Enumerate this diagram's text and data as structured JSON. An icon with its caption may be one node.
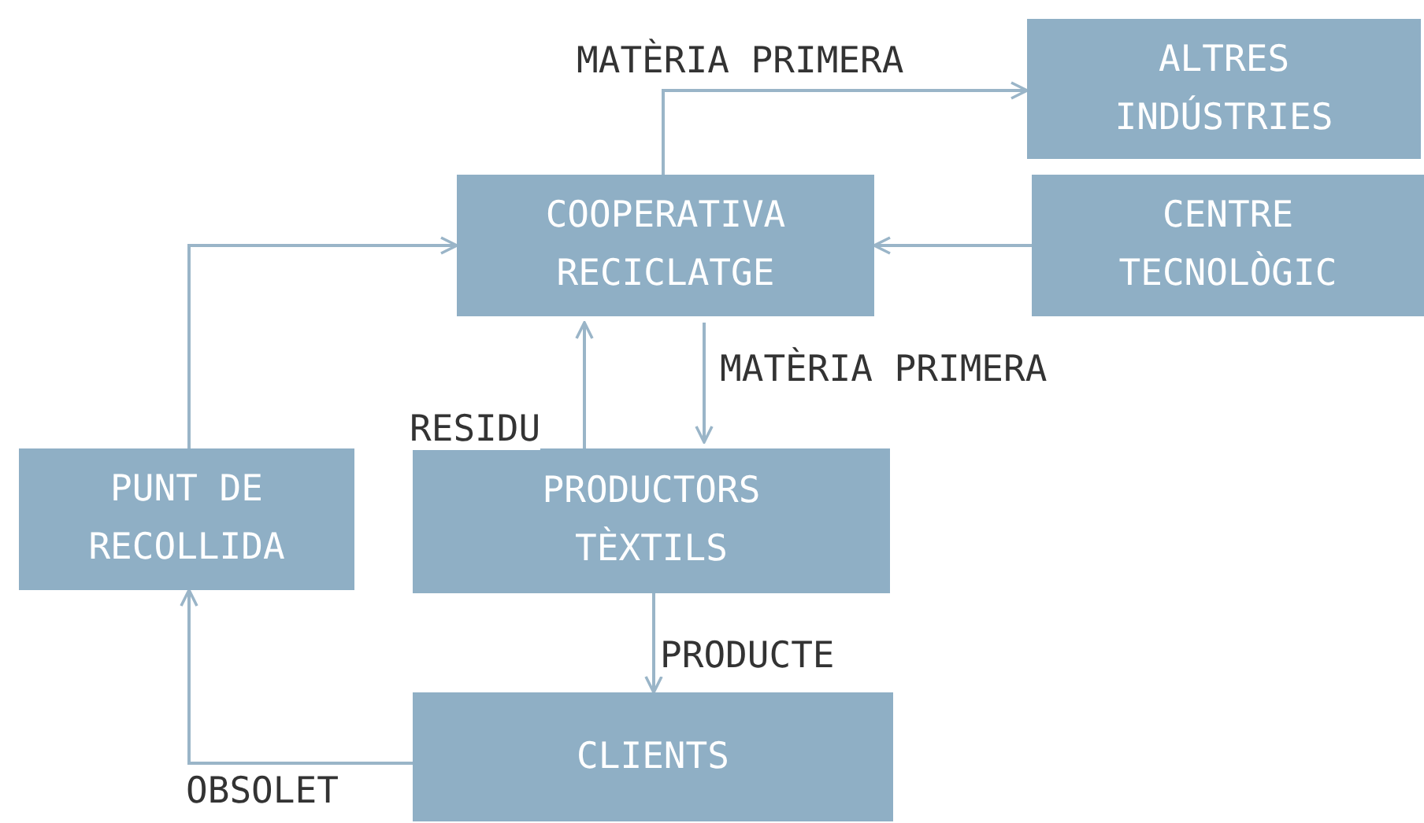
{
  "diagram": {
    "nodes": [
      {
        "text": [
          "ALTRES INDÚSTRIES"
        ]
      },
      {
        "text": [
          "COOPERATIVA RECICLATGE"
        ]
      },
      {
        "text": [
          "CENTRE TECNOLÒGIC"
        ]
      },
      {
        "text": [
          "PUNT DE RECOLLIDA"
        ]
      },
      {
        "text": [
          "PRODUCTORS TÈXTILS"
        ]
      },
      {
        "text": [
          "CLIENTS"
        ]
      }
    ],
    "edges": [
      {
        "from": 1,
        "to": 0,
        "arrow": "to",
        "label": "MATÈRIA PRIMERA"
      },
      {
        "from": 2,
        "to": 1,
        "arrow": "to"
      },
      {
        "from": 1,
        "to": 4,
        "arrow": "to",
        "label": "MATÈRIA PRIMERA"
      },
      {
        "from": 4,
        "to": 1,
        "arrow": "to",
        "label": "RESIDU"
      },
      {
        "from": 4,
        "to": 5,
        "arrow": "to",
        "label": "PRODUCTE"
      },
      {
        "from": 5,
        "to": 3,
        "arrow": "to",
        "label": "OBSOLET"
      },
      {
        "from": 3,
        "to": 1,
        "arrow": "to"
      }
    ]
  }
}
